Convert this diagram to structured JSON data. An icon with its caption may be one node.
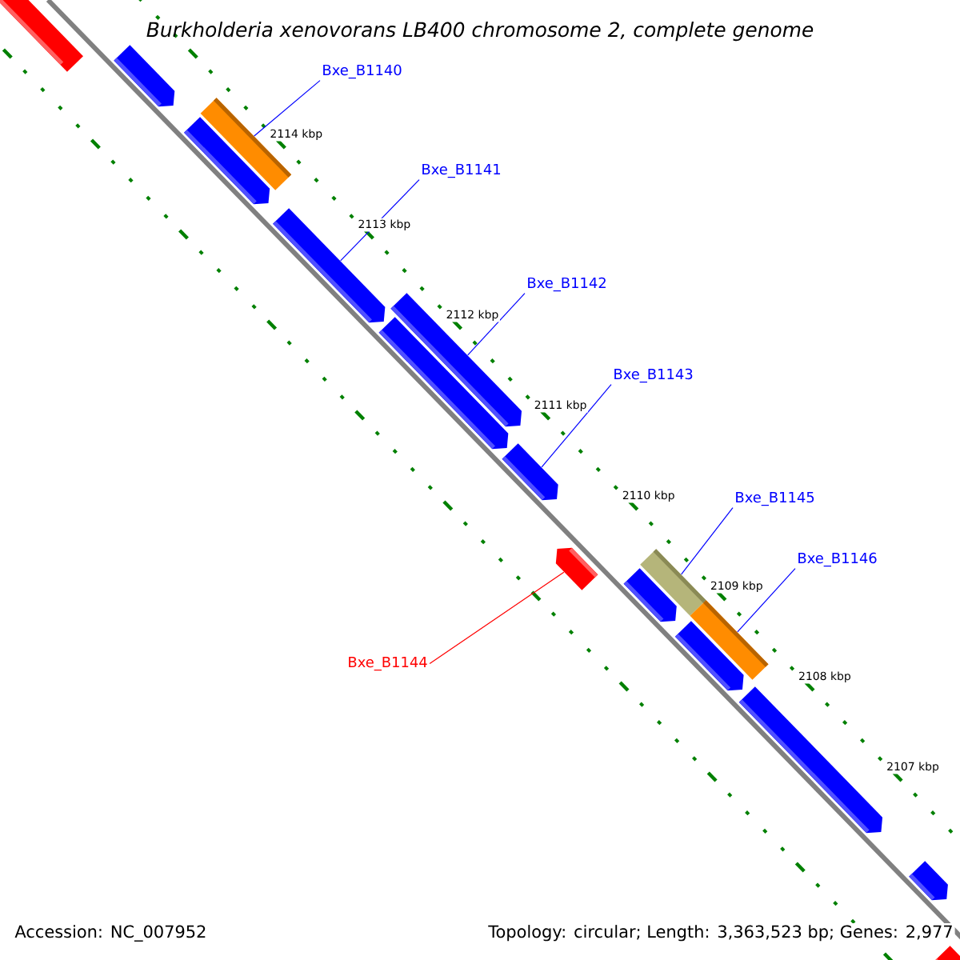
{
  "diagram": {
    "title": "Burkholderia xenovorans LB400 chromosome 2, complete genome",
    "nodes": [
      {
        "text": [],
        "shape": "bar"
      },
      {
        "text": [],
        "shape": "arrow"
      },
      {
        "text": [],
        "shape": "bar"
      },
      {
        "text": [],
        "shape": "arrow"
      },
      {
        "text": [],
        "shape": "arrow"
      },
      {
        "text": [],
        "shape": "arrow"
      },
      {
        "text": [],
        "shape": "arrow"
      },
      {
        "text": [],
        "shape": "arrow"
      },
      {
        "text": [],
        "shape": "arrow"
      },
      {
        "text": [],
        "shape": "arrow"
      },
      {
        "text": [],
        "shape": "bar"
      },
      {
        "text": [],
        "shape": "arrow"
      },
      {
        "text": [],
        "shape": "bar"
      },
      {
        "text": [],
        "shape": "arrow"
      },
      {
        "text": [],
        "shape": "arrow"
      },
      {
        "text": [],
        "shape": "bar"
      },
      {
        "text": [
          "Bxe_B1140"
        ]
      },
      {
        "text": [
          "Bxe_B1141"
        ]
      },
      {
        "text": [
          "Bxe_B1142"
        ]
      },
      {
        "text": [
          "Bxe_B1143"
        ]
      },
      {
        "text": [
          "Bxe_B1145"
        ]
      },
      {
        "text": [
          "Bxe_B1146"
        ]
      },
      {
        "text": [
          "Bxe_B1144"
        ]
      }
    ],
    "edges": [
      {
        "from": 16,
        "to": 2,
        "arrow": "none"
      },
      {
        "from": 17,
        "to": 4,
        "arrow": "none"
      },
      {
        "from": 18,
        "to": 6,
        "arrow": "none"
      },
      {
        "from": 19,
        "to": 7,
        "arrow": "none"
      },
      {
        "from": 20,
        "to": 10,
        "arrow": "none"
      },
      {
        "from": 21,
        "to": 12,
        "arrow": "none"
      },
      {
        "from": 22,
        "to": 8,
        "arrow": "none",
        "color": "#ff0000"
      }
    ],
    "labels": [
      "2114 kbp",
      "2113 kbp",
      "2112 kbp",
      "2111 kbp",
      "2110 kbp",
      "2109 kbp",
      "2108 kbp",
      "2107 kbp",
      "Accession: NC_007952",
      "Topology: circular; Length: 3,363,523 bp; Genes: 2,977"
    ]
  }
}
